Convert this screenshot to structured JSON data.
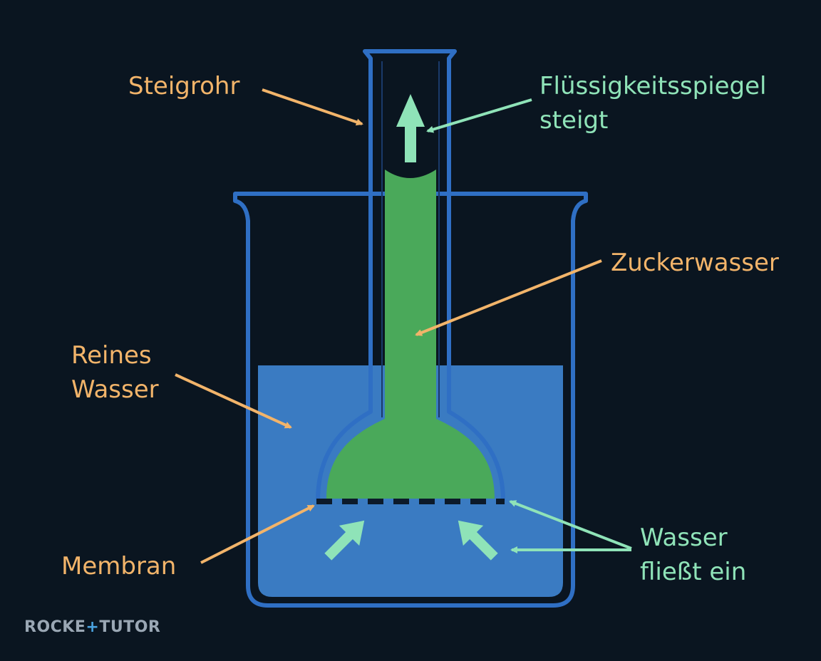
{
  "labels": {
    "steigrohr": "Steigrohr",
    "fluessigkeit_line1": "Flüssigkeitsspiegel",
    "fluessigkeit_line2": "steigt",
    "zuckerwasser": "Zuckerwasser",
    "reines_line1": "Reines",
    "reines_line2": "Wasser",
    "membran": "Membran",
    "wasser_line1": "Wasser",
    "wasser_line2": "fließt ein"
  },
  "logo": {
    "part1": "ROCKE",
    "plus": "+",
    "part2": "TUTOR"
  },
  "colors": {
    "background": "#0a1520",
    "glass_outline": "#2f6fc4",
    "pure_water": "#3a7bc2",
    "sugar_water": "#4aa95a",
    "label_orange": "#f2b46a",
    "label_mint": "#8fe3b8"
  }
}
